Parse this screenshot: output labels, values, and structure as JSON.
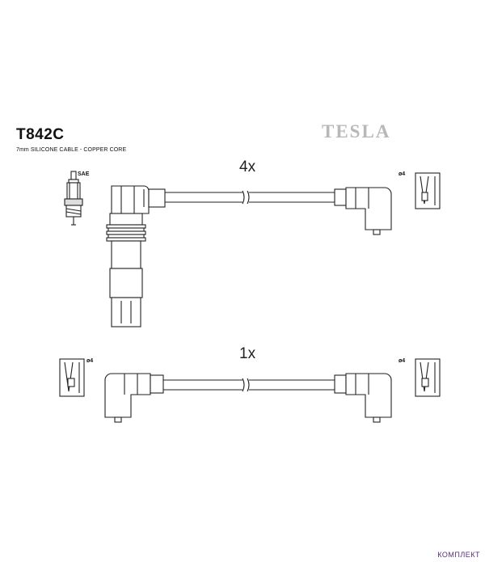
{
  "header": {
    "part_number": "T842C",
    "description": "7mm SILICONE CABLE - COPPER CORE",
    "brand": "TESLA"
  },
  "sets": [
    {
      "quantity": "4x"
    },
    {
      "quantity": "1x"
    }
  ],
  "labels": {
    "plug_standard": "SAE",
    "terminal_diameter_1": "ø4",
    "terminal_diameter_2": "ø4",
    "terminal_diameter_3": "ø4"
  },
  "watermark": "КОМПЛЕКТ"
}
